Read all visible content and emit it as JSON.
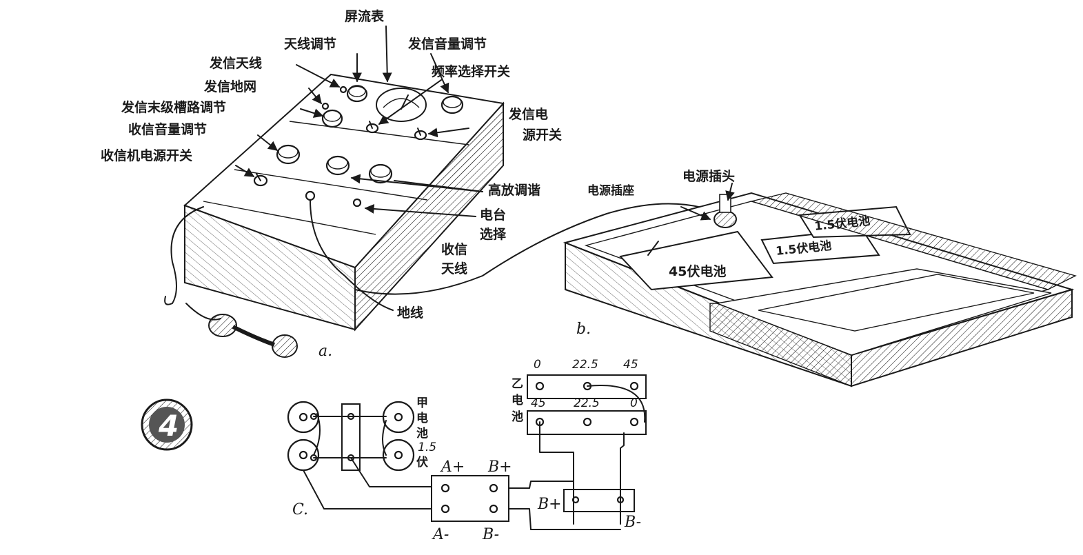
{
  "figure": {
    "badge": "4",
    "panel_labels": {
      "a": "a.",
      "b": "b.",
      "c": "C."
    }
  },
  "panel_a": {
    "callouts": {
      "ammeter": "屏流表",
      "antenna_tuning": "天线调节",
      "tx_volume": "发信音量调节",
      "tx_antenna": "发信天线",
      "freq_switch": "频率选择开关",
      "tx_ground": "发信地网",
      "tx_final_tank": "发信末级槽路调节",
      "tx_power": "发信电源开关",
      "rx_volume": "收信音量调节",
      "rx_power": "收信机电源开关",
      "rf_tuning": "高放调谐",
      "station_select": "电台选择",
      "rx_antenna": "收信天线",
      "ground_wire": "地线"
    }
  },
  "panel_b": {
    "callouts": {
      "power_plug": "电源插头",
      "power_socket": "电源插座",
      "battery_45": "45伏电池",
      "battery_15a": "1.5伏电池",
      "battery_15b": "1.5伏电池"
    }
  },
  "panel_c": {
    "b_battery_label": "乙电池",
    "a_battery_label": "甲电池1.5伏",
    "top_terminals": [
      "0",
      "22.5",
      "45"
    ],
    "bottom_terminals": [
      "45",
      "22.5",
      "0"
    ],
    "a_plus": "A+",
    "b_plus": "B+",
    "a_minus": "A-",
    "b_minus": "B-",
    "b_plus_small": "B+",
    "b_minus_right": "B-"
  }
}
